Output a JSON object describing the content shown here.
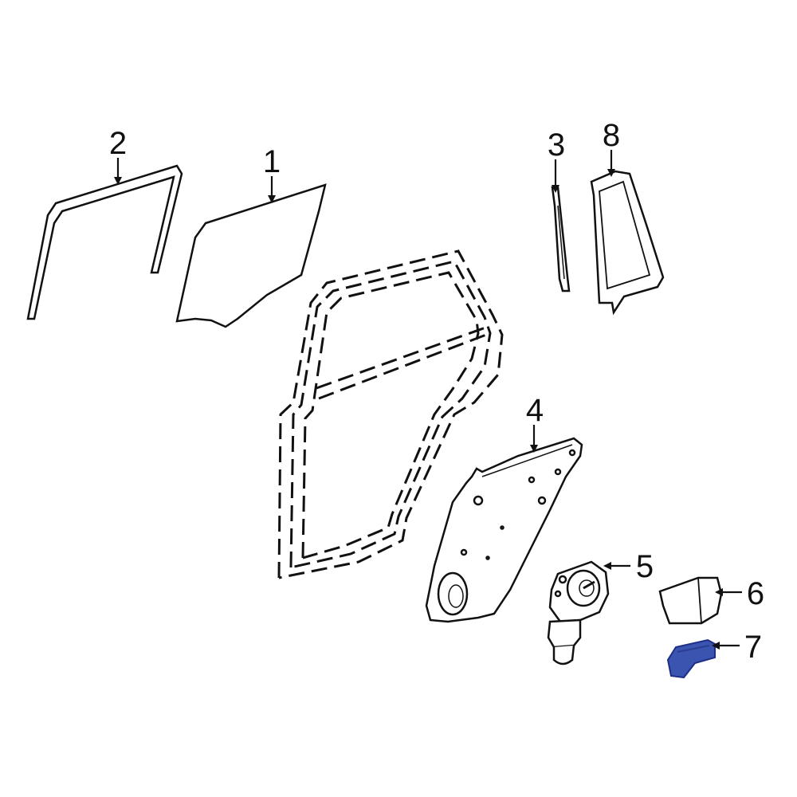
{
  "callouts": {
    "c1": "1",
    "c2": "2",
    "c3": "3",
    "c4": "4",
    "c5": "5",
    "c6": "6",
    "c7": "7",
    "c8": "8"
  },
  "colors": {
    "line": "#111111",
    "highlight_fill": "#3b54b0",
    "highlight_stroke": "#1d2f86"
  }
}
